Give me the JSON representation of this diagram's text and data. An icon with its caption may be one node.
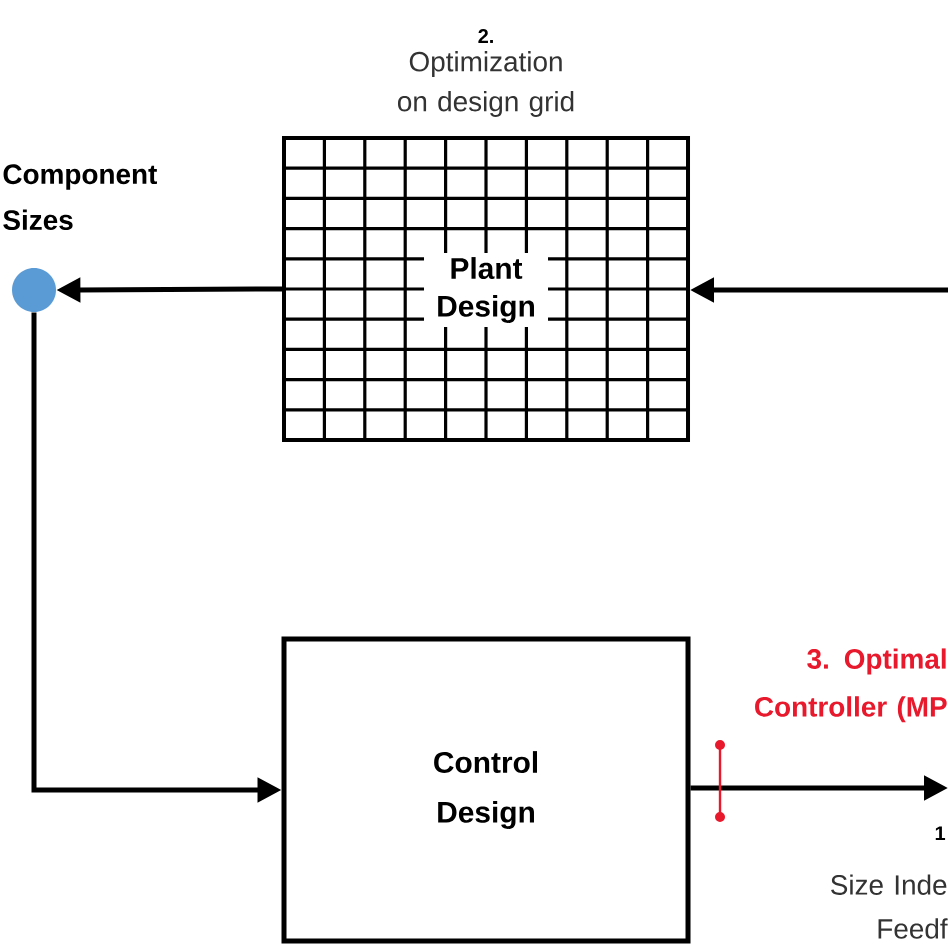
{
  "diagram": {
    "nodes": [
      {
        "text": [
          "2.",
          "Optimization on design grid",
          "Plant Design"
        ]
      },
      {
        "text": [],
        "shape": "circle",
        "beside": [
          "Component Sizes"
        ]
      },
      {
        "text": [
          "Control Design"
        ]
      }
    ],
    "edges": [
      {
        "from": null,
        "to": 0,
        "arrow": "to"
      },
      {
        "from": 0,
        "to": 1,
        "arrow": "to"
      },
      {
        "from": 1,
        "to": 2,
        "arrow": "to"
      },
      {
        "from": 2,
        "to": null,
        "arrow": "to"
      }
    ],
    "labels": [
      "3. Optimal Controller (MP",
      "1",
      "Size Inde Feedf"
    ]
  }
}
